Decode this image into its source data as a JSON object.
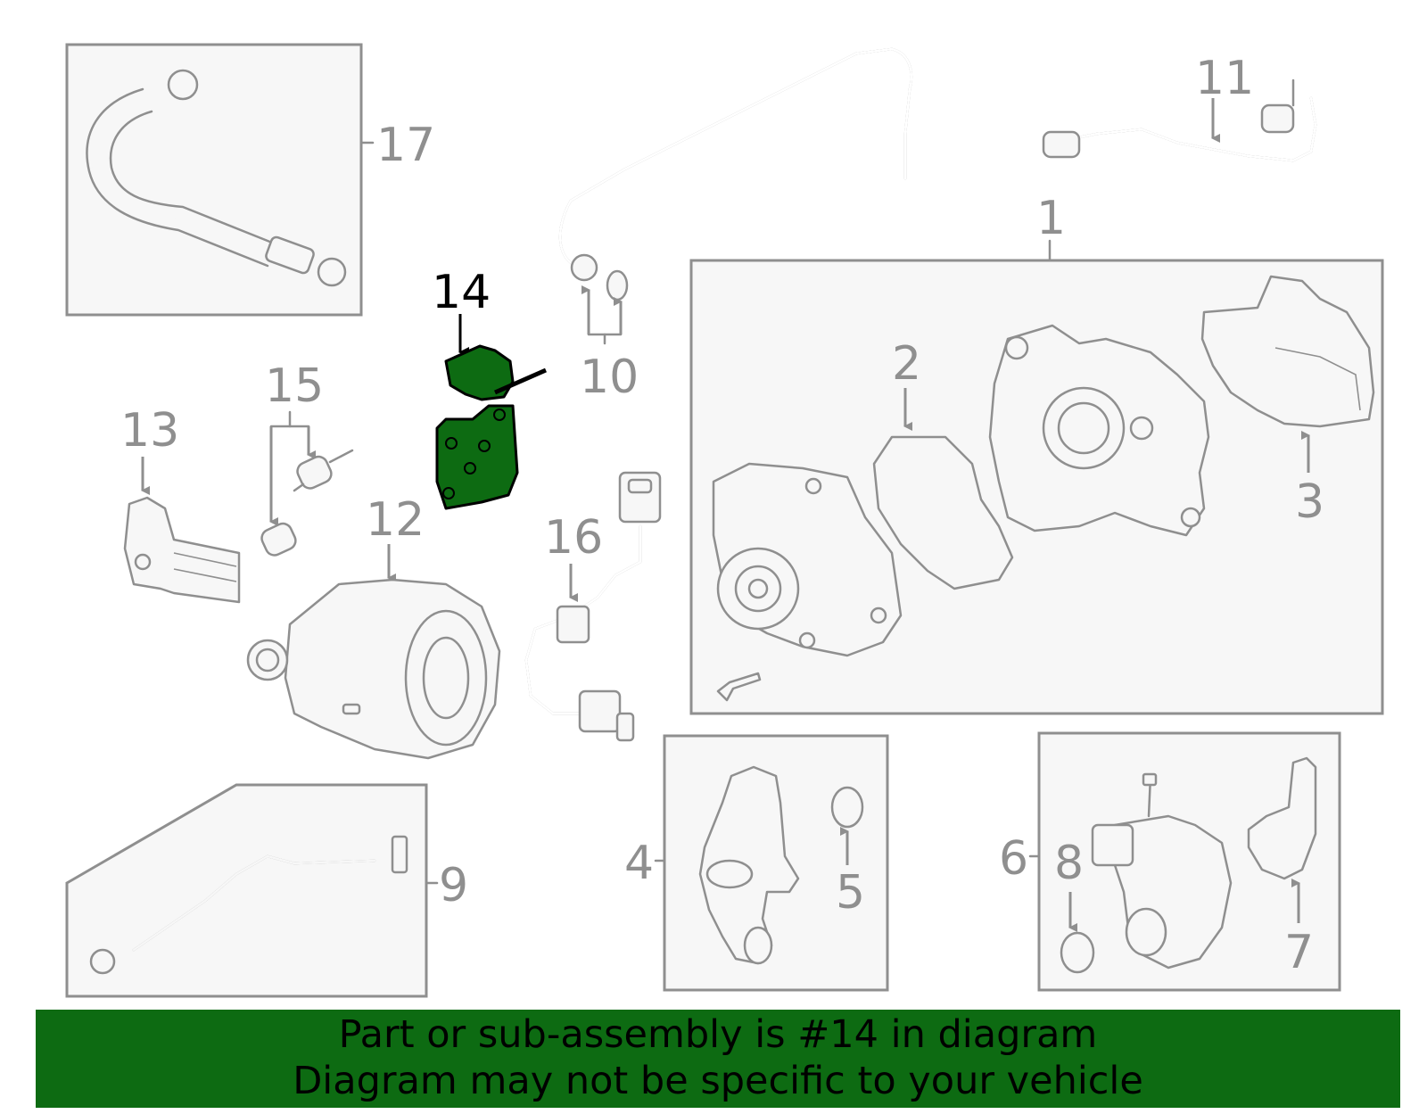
{
  "callouts": {
    "c1": "1",
    "c2": "2",
    "c3": "3",
    "c4": "4",
    "c5": "5",
    "c6": "6",
    "c7": "7",
    "c8": "8",
    "c9": "9",
    "c10": "10",
    "c11": "11",
    "c12": "12",
    "c13": "13",
    "c14": "14",
    "c15": "15",
    "c16": "16",
    "c17": "17"
  },
  "highlight": {
    "part_number": "14",
    "color": "#0d6b12"
  },
  "banner": {
    "line1": "Part or sub-assembly is #14 in diagram",
    "line2": "Diagram may not be specific to your vehicle"
  }
}
